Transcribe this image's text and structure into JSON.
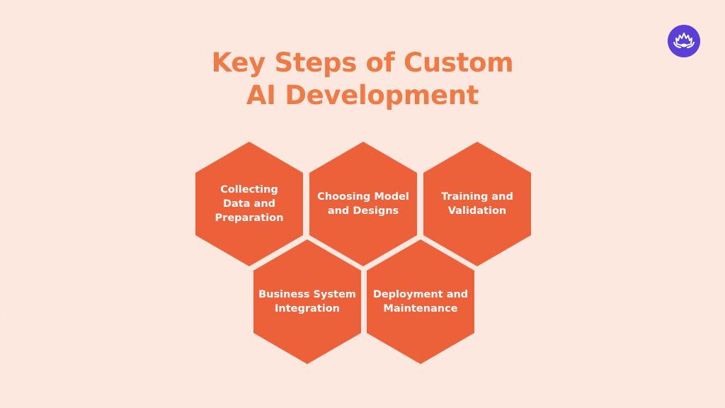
{
  "title": {
    "line1": "Key Steps of Custom",
    "line2": "AI Development"
  },
  "colors": {
    "background": "#fde8df",
    "title": "#f07a45",
    "hexagon_fill": "#ec613a",
    "hexagon_text": "#ffffff",
    "logo_bg": "#5a3fd8"
  },
  "logo": {
    "icon": "lotus-icon"
  },
  "steps": [
    {
      "line1": "Collecting",
      "line2": "Data and",
      "line3": "Preparation"
    },
    {
      "line1": "Choosing Model",
      "line2": "and Designs"
    },
    {
      "line1": "Training and",
      "line2": "Validation"
    },
    {
      "line1": "Business System",
      "line2": "Integration"
    },
    {
      "line1": "Deployment and",
      "line2": "Maintenance"
    }
  ]
}
